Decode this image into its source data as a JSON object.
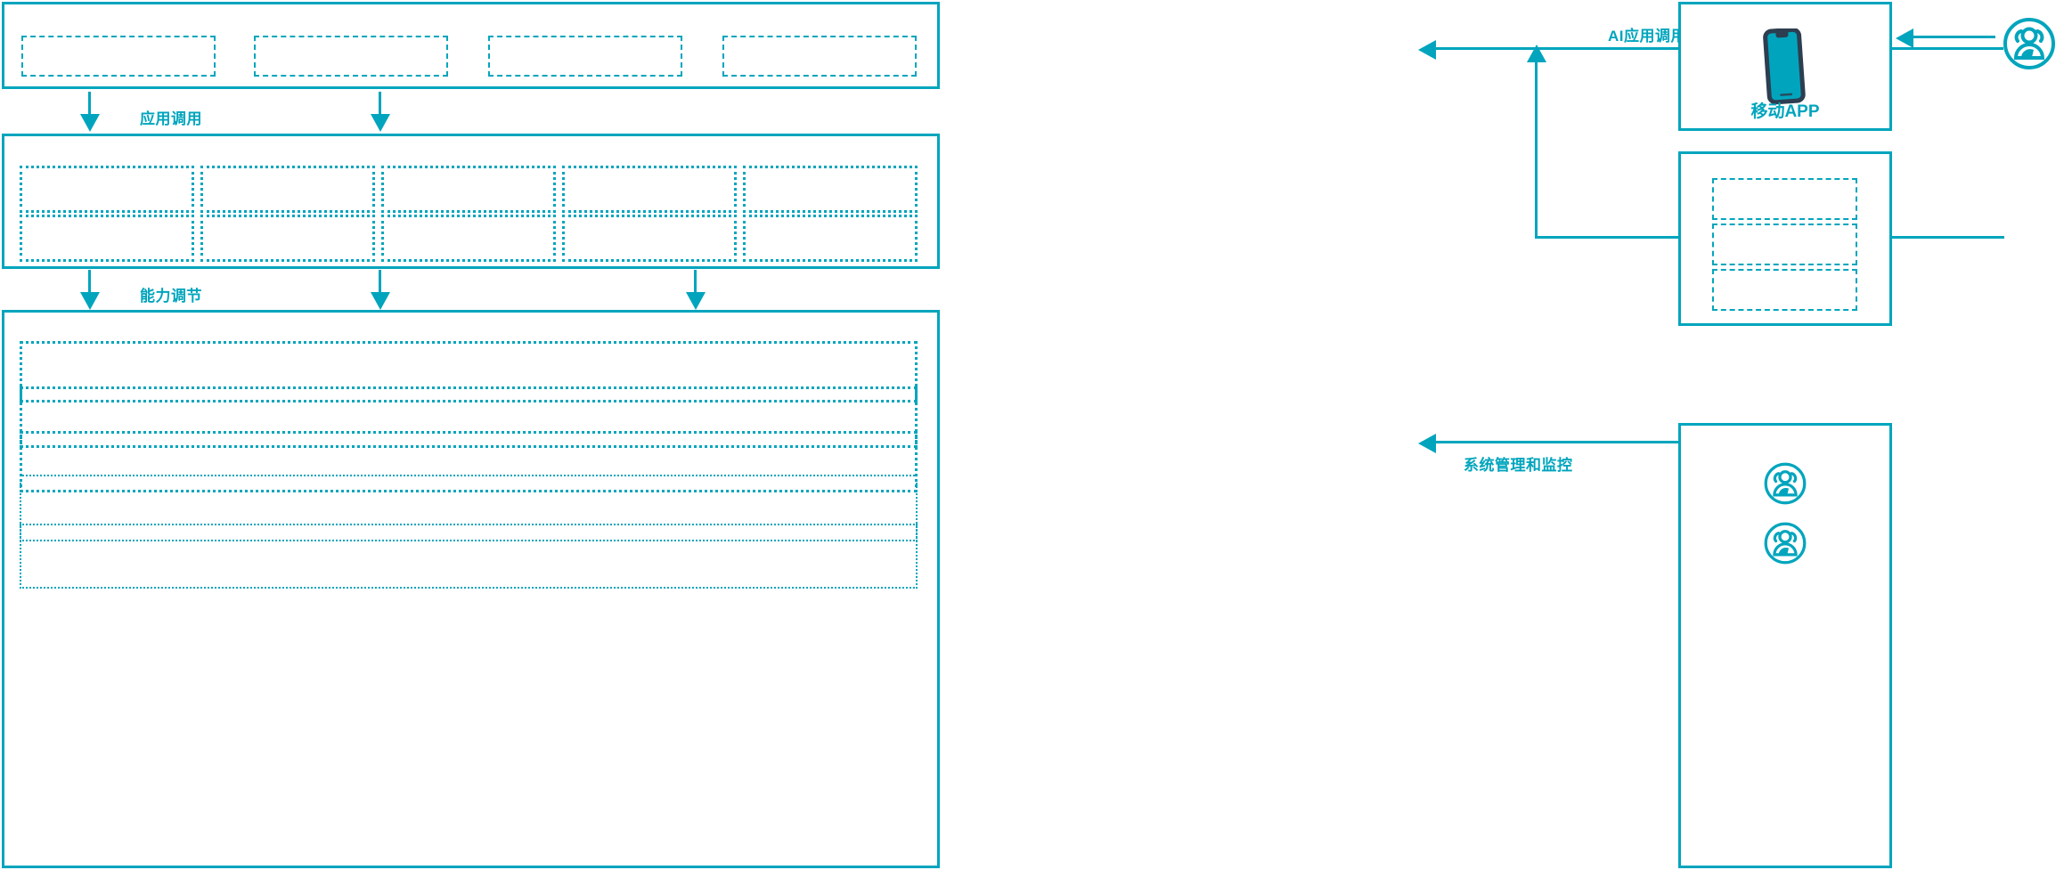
{
  "diagram": {
    "accent_color": "#00a5bd",
    "icon_dark_color": "#2c3e50",
    "background": "#ffffff"
  },
  "flows": [
    {
      "id": "app-call",
      "label": "应用调用",
      "direction": "down"
    },
    {
      "id": "capability-call",
      "label": "能力调节",
      "direction": "down"
    },
    {
      "id": "ai-app-call",
      "label": "AI应用调用",
      "direction": "left"
    },
    {
      "id": "sys-admin",
      "label": "系统管理和监控",
      "direction": "left"
    }
  ],
  "layers": {
    "application_layer": {
      "name": "application-layer",
      "cells": [
        {
          "label": ""
        },
        {
          "label": ""
        },
        {
          "label": ""
        },
        {
          "label": ""
        }
      ]
    },
    "capability_layer": {
      "name": "capability-layer",
      "cells": [
        {
          "label": ""
        },
        {
          "label": ""
        },
        {
          "label": ""
        },
        {
          "label": ""
        },
        {
          "label": ""
        },
        {
          "label": ""
        },
        {
          "label": ""
        },
        {
          "label": ""
        },
        {
          "label": ""
        },
        {
          "label": ""
        }
      ]
    },
    "platform_layer": {
      "name": "platform-layer",
      "cells": [
        {
          "label": ""
        },
        {
          "label": ""
        },
        {
          "label": ""
        },
        {
          "label": ""
        },
        {
          "label": ""
        }
      ]
    }
  },
  "side_panels": {
    "mobile_app": {
      "name": "mobile-app-panel",
      "caption": "移动APP",
      "icon": "smartphone-icon"
    },
    "channel_panel": {
      "name": "channel-panel",
      "cells": [
        {
          "label": ""
        },
        {
          "label": ""
        },
        {
          "label": ""
        }
      ]
    },
    "operations_panel": {
      "name": "operations-panel",
      "icons": [
        {
          "name": "user-group-icon"
        },
        {
          "name": "user-group-icon"
        }
      ]
    },
    "external_user": {
      "name": "external-user-icon"
    }
  }
}
